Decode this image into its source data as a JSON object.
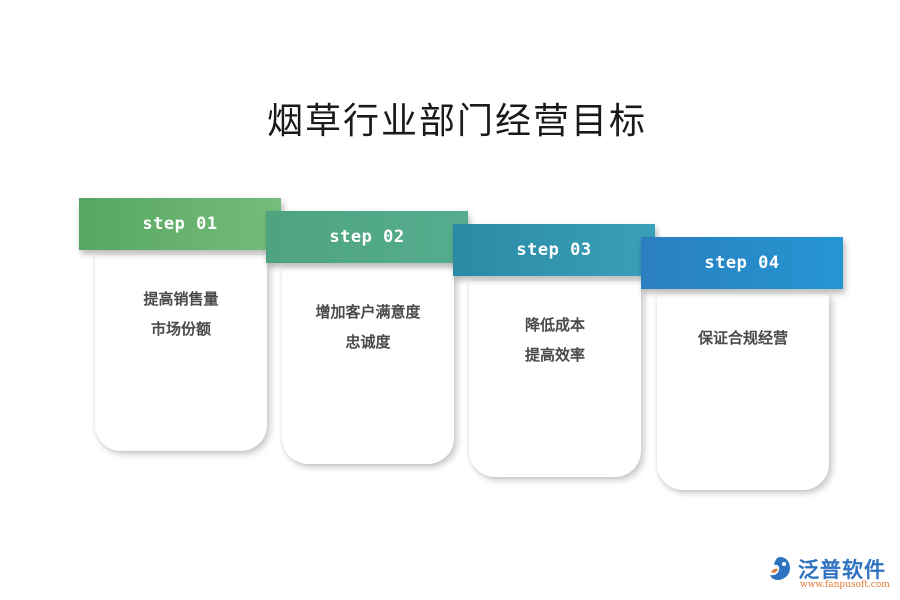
{
  "title": "烟草行业部门经营目标",
  "steps": [
    {
      "label": "step 01",
      "lines": [
        "提高销售量",
        "市场份额"
      ],
      "color_start": "#57a65f",
      "color_end": "#74bd7c"
    },
    {
      "label": "step 02",
      "lines": [
        "增加客户满意度",
        "忠诚度"
      ],
      "color_start": "#4ea480",
      "color_end": "#56ad8e"
    },
    {
      "label": "step 03",
      "lines": [
        "降低成本",
        "提高效率"
      ],
      "color_start": "#2b8aa6",
      "color_end": "#3aa0b8"
    },
    {
      "label": "step 04",
      "lines": [
        "保证合规经营"
      ],
      "color_start": "#2a7fc0",
      "color_end": "#2596d2"
    }
  ],
  "logo": {
    "name": "泛普软件",
    "url": "www.fanpusoft.com",
    "icon": "fanpu-logo-icon",
    "color": "#2e72c0"
  }
}
